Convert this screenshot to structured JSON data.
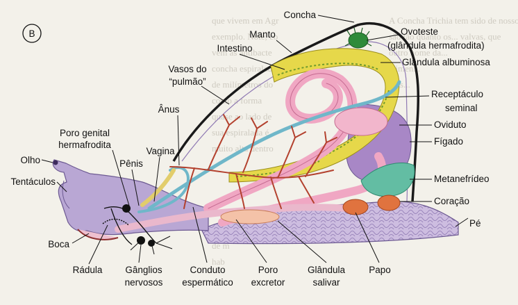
{
  "panel_letter": "B",
  "labels": {
    "concha": "Concha",
    "ovoteste_1": "Ovoteste",
    "ovoteste_2": "(glândula hermafrodita)",
    "manto": "Manto",
    "intestino": "Intestino",
    "glandula_albuminosa": "Glândula albuminosa",
    "vasos_1": "Vasos do",
    "vasos_2": "“pulmão”",
    "receptaculo_1": "Receptáculo",
    "receptaculo_2": "seminal",
    "anus": "Ânus",
    "oviduto": "Oviduto",
    "figado": "Fígado",
    "poro_genital_1": "Poro genital",
    "poro_genital_2": "hermafrodita",
    "vagina": "Vagina",
    "penis": "Pênis",
    "olho": "Olho",
    "tentaculos": "Tentáculos",
    "metanefrideo": "Metanefrídeo",
    "coracao": "Coração",
    "pe": "Pé",
    "boca": "Boca",
    "radula": "Rádula",
    "ganglios_1": "Gânglios",
    "ganglios_2": "nervosos",
    "conduto_1": "Conduto",
    "conduto_2": "espermático",
    "poro_excretor_1": "Poro",
    "poro_excretor_2": "excretor",
    "glandula_salivar_1": "Glândula",
    "glandula_salivar_2": "salivar",
    "papo": "Papo"
  },
  "background_text": {
    "left": [
      "que vivem em Agr",
      "exemplo. Note, co",
      "vem as antibacte",
      "concha espiralada",
      "de milímetros do",
      "como a forma",
      "quase ao lado de",
      "sua espiralada é",
      "muito alta dentro"
    ],
    "top": [
      "A Concha Trichia tem sido de nosso molu-",
      "são tão quanto os... valvas, que",
      "outro nome da...",
      "alimen...",
      "mas..."
    ],
    "bottom": [
      "me",
      "de m",
      "hab"
    ]
  },
  "colors": {
    "shell_outline": "#1a1a1a",
    "body_purple": "#b9a7d4",
    "intestine_pink": "#f0a7c3",
    "albumen_yellow": "#e6d84a",
    "vessels_red": "#b3412e",
    "heart_orange": "#e0733f",
    "kidney_teal": "#63bda3",
    "liver_violet": "#a887c6",
    "ovotestis_green": "#2e8b3a",
    "nerve_black": "#111111"
  }
}
